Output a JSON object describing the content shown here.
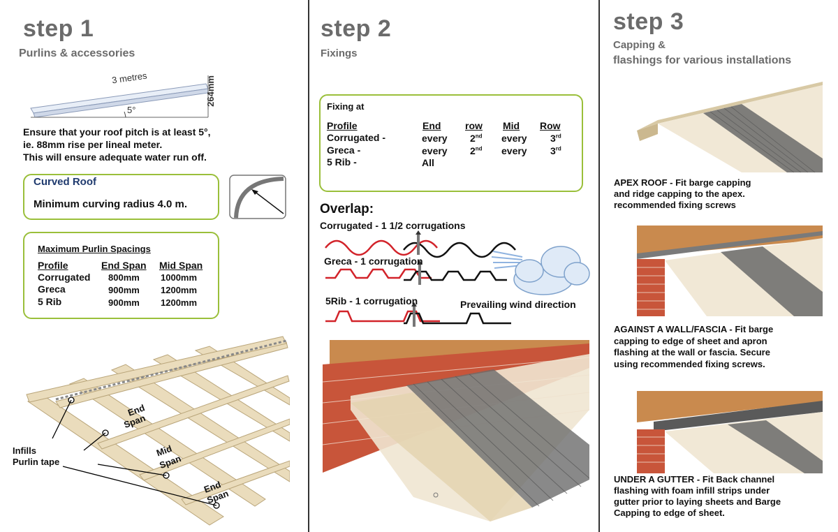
{
  "step1": {
    "title": "step 1",
    "subtitle": "Purlins & accessories",
    "diagram": {
      "length_label": "3 metres",
      "angle_label": "5°",
      "height_label": "264mm"
    },
    "pitch_text": [
      "Ensure that your roof pitch is at least 5°,",
      "ie. 88mm rise per lineal meter.",
      "This will ensure adequate water run off."
    ],
    "curved_roof": {
      "heading": "Curved Roof",
      "text": "Minimum curving radius 4.0 m."
    },
    "spacings": {
      "heading": "Maximum Purlin Spacings",
      "columns": [
        "Profile",
        "End Span",
        "Mid Span"
      ],
      "rows": [
        {
          "profile": "Corrugated",
          "end": "800mm",
          "mid": "1000mm"
        },
        {
          "profile": "Greca",
          "end": "900mm",
          "mid": "1200mm"
        },
        {
          "profile": "5 Rib",
          "end": "900mm",
          "mid": "1200mm"
        }
      ]
    },
    "illustration": {
      "end_span_top": [
        "End",
        "Span"
      ],
      "mid_span": [
        "Mid",
        "Span"
      ],
      "end_span_bottom": [
        "End",
        "Span"
      ],
      "infills": [
        "Infills",
        "Purlin tape"
      ]
    }
  },
  "step2": {
    "title": "step 2",
    "subtitle": "Fixings",
    "fixing": {
      "heading": "Fixing at",
      "col_profile": "Profile",
      "col_end": "End",
      "col_row": "row",
      "col_mid": "Mid",
      "col_row2": "Row",
      "rows": [
        {
          "profile": "Corrugated -",
          "end": "every",
          "end_num": "2",
          "end_sup": "nd",
          "mid": "every",
          "mid_num": "3",
          "mid_sup": "rd"
        },
        {
          "profile": "Greca -",
          "end": "every",
          "end_num": "2",
          "end_sup": "nd",
          "mid": "every",
          "mid_num": "3",
          "mid_sup": "rd"
        },
        {
          "profile": "5 Rib -",
          "end": "All",
          "end_num": "",
          "end_sup": "",
          "mid": "",
          "mid_num": "",
          "mid_sup": ""
        }
      ]
    },
    "overlap": {
      "heading": "Overlap:",
      "corrugated": "Corrugated - 1 1/2 corrugations",
      "greca": "Greca - 1 corrugation",
      "rib": "5Rib - 1 corrugation",
      "wind": "Prevailing wind direction"
    }
  },
  "step3": {
    "title": "step 3",
    "subtitle": [
      "Capping &",
      "flashings for various installations"
    ],
    "apex": [
      "APEX ROOF - Fit barge capping",
      "and ridge capping to the apex.",
      "recommended fixing screws"
    ],
    "wall": [
      "AGAINST A WALL/FASCIA - Fit barge",
      "capping to edge of sheet and apron",
      "flashing at the wall or fascia. Secure",
      "using recommended fixing screws."
    ],
    "gutter": [
      "UNDER A GUTTER -  Fit Back channel",
      "flashing with foam infill strips under",
      "gutter prior to laying sheets and Barge",
      "Capping to edge of sheet."
    ]
  },
  "colors": {
    "accent_green": "#9abf3a",
    "heading_gray": "#6b6b6b",
    "navy": "#1f3a6e",
    "red_sheet": "#d2232a",
    "brick": "#c8553a",
    "timber": "#e6d3ad"
  }
}
